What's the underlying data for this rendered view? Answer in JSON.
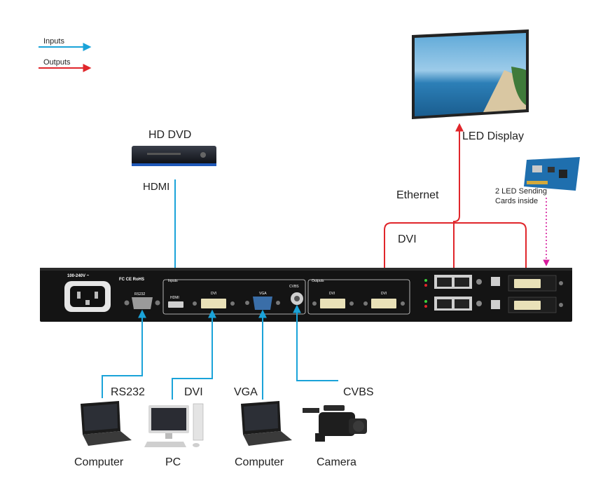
{
  "legend": {
    "inputs_label": "Inputs",
    "outputs_label": "Outputs",
    "input_color": "#1aa3d9",
    "output_color": "#e0262b"
  },
  "devices": {
    "hd_dvd_label": "HD DVD",
    "led_display_label": "LED Display",
    "sending_cards_line1": "2 LED Sending",
    "sending_cards_line2": "Cards inside",
    "computer_left_label": "Computer",
    "pc_label": "PC",
    "computer_mid_label": "Computer",
    "camera_label": "Camera"
  },
  "connections": {
    "hdmi_label": "HDMI",
    "ethernet_label": "Ethernet",
    "dvi_out_label": "DVI",
    "rs232_label": "RS232",
    "dvi_in_label": "DVI",
    "vga_label": "VGA",
    "cvbs_label": "CVBS"
  },
  "panel": {
    "power_label": "100-240V ~",
    "rs232_port": "RS232",
    "inputs_group": "Inputs",
    "hdmi_port": "HDMI",
    "dvi_port": "DVI",
    "vga_port": "VGA",
    "cvbs_port": "CVBS",
    "outputs_group": "Outputs",
    "dvi_out1_port": "DVI",
    "dvi_out2_port": "DVI",
    "cert_marks": "FC CE RoHS"
  },
  "icons": {
    "dvd": "dvd-player-icon",
    "display": "led-display-icon",
    "card": "sending-card-icon",
    "laptop": "laptop-icon",
    "pc": "desktop-pc-icon",
    "camera": "video-camera-icon"
  }
}
